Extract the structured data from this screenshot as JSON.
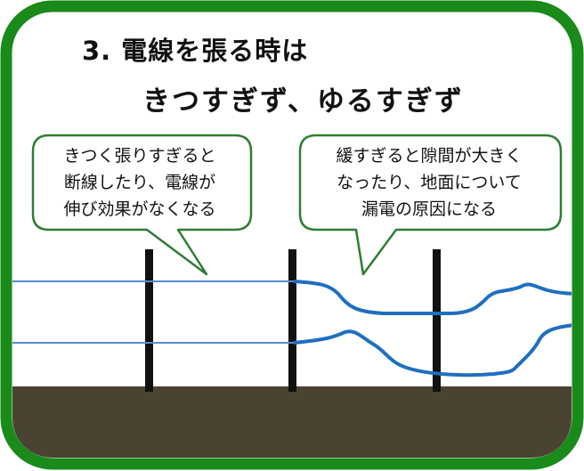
{
  "title": {
    "line1": "3.  電線を張る時は",
    "line2": "きつすぎず、ゆるすぎず"
  },
  "bubbles": {
    "left": {
      "lines": [
        "きつく張りすぎると",
        "断線したり、電線が",
        "伸び効果がなくなる"
      ]
    },
    "right": {
      "lines": [
        "緩すぎると隙間が大きく",
        "なったり、地面について",
        "漏電の原因になる"
      ]
    }
  },
  "colors": {
    "frame_green": "#1a8a1a",
    "bubble_border": "#2e7d32",
    "ground": "#4a4332",
    "wire_tight": "#5b8ccf",
    "wire_loose": "#1f6fc0",
    "post": "#111111"
  }
}
